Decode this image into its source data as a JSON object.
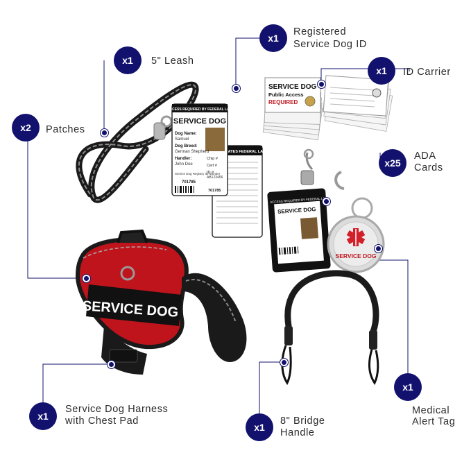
{
  "colors": {
    "badge": "#12126e",
    "harness_red": "#c0141c",
    "harness_black": "#1a1a1a",
    "reflective": "#9a9a9a"
  },
  "callouts": {
    "leash": {
      "qty": "x1",
      "label": "5\" Leash"
    },
    "patches": {
      "qty": "x2",
      "label": "Patches"
    },
    "registered_id": {
      "qty": "x1",
      "line1": "Registered",
      "line2": "Service Dog ID"
    },
    "id_carrier": {
      "qty": "x1",
      "label": "ID Carrier"
    },
    "ada_cards": {
      "qty": "x25",
      "line1": "ADA",
      "line2": "Cards"
    },
    "harness": {
      "qty": "x1",
      "line1": "Service Dog Harness",
      "line2": "with Chest Pad"
    },
    "bridge_handle": {
      "qty": "x1",
      "line1": "8\" Bridge",
      "line2": "Handle"
    },
    "medical_tag": {
      "qty": "x1",
      "line1": "Medical",
      "line2": "Alert Tag"
    }
  },
  "harness_patch": {
    "text": "SERVICE DOG"
  },
  "id_card": {
    "header": "ACCESS REQUIRED BY FEDERAL LAW",
    "title": "SERVICE DOG",
    "dog_name_label": "Dog Name:",
    "dog_name": "Samuel",
    "breed_label": "Dog Breed:",
    "breed": "German Shepherd",
    "handler_label": "Handler:",
    "handler": "John Doe",
    "chip_label": "Chip #",
    "cert_label": "Cert #",
    "id_label": "ID #",
    "id_value": "AB123456",
    "registry_label": "Service Dog Registry ID Number",
    "registry_number": "701785",
    "back_header": "UNITED STATES FEDERAL LAW"
  },
  "ada_card": {
    "line1": "SERVICE DOG",
    "line2": "Public Access",
    "line3": "REQUIRED"
  },
  "medical_tag_text": "SERVICE DOG"
}
